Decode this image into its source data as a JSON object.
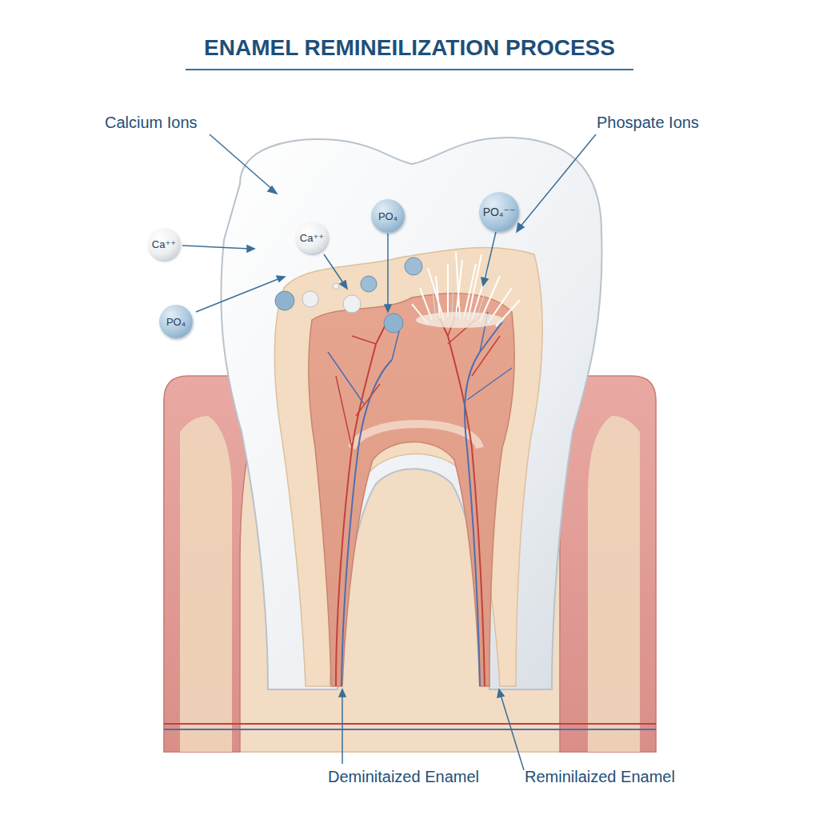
{
  "diagram": {
    "title": "ENAMEL REMINEILIZATION PROCESS",
    "nodes": [
      {
        "text": [
          "Ca⁺⁺"
        ]
      },
      {
        "text": [
          "Ca⁺⁺"
        ]
      },
      {
        "text": [
          "PO₄"
        ]
      },
      {
        "text": [
          "PO₄⁻⁻"
        ]
      },
      {
        "text": [
          "PO₄"
        ]
      }
    ],
    "labels": [
      "Calcium Ions",
      "Phospate Ions",
      "Deminitaized Enamel",
      "Reminilaized Enamel"
    ]
  }
}
